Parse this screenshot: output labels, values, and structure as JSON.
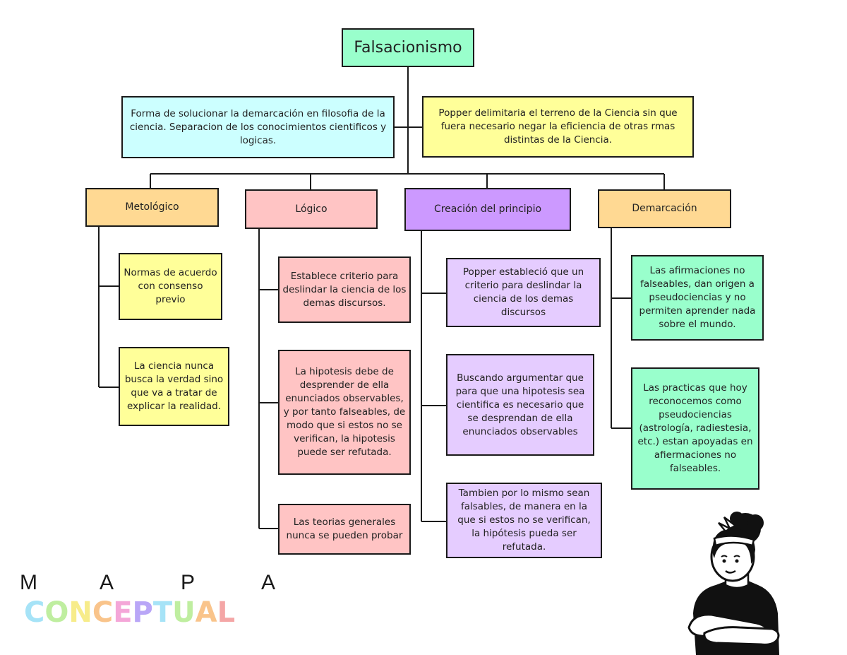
{
  "title": "Falsacionismo",
  "definition": "Forma de solucionar la demarcación en filosofia de la ciencia. Separacion de los conocimientos cientificos y logicas.",
  "popper_note": "Popper delimitaria el terreno de la Ciencia sin que fuera necesario negar la eficiencia de otras rmas distintas de la Ciencia.",
  "branches": {
    "metologico": {
      "label": "Metológico",
      "items": [
        "Normas de acuerdo con consenso previo",
        "La ciencia nunca busca la verdad sino que va a tratar de explicar la realidad."
      ]
    },
    "logico": {
      "label": "Lógico",
      "items": [
        "Establece criterio para deslindar la ciencia de los demas discursos.",
        "La hipotesis debe de desprender de ella enunciados observables, y por tanto falseables, de modo que si estos no se verifican, la hipotesis puede ser refutada.",
        "Las teorias generales nunca se pueden probar"
      ]
    },
    "creacion": {
      "label": "Creación del principio",
      "items": [
        "Popper estableció que un criterio para deslindar la ciencia de los demas discursos",
        "Buscando argumentar que para que una hipotesis sea cientifica es necesario que se desprendan de ella enunciados observables",
        "Tambien por lo mismo sean falsables, de manera en la que si estos no se verifican, la hipótesis pueda ser refutada."
      ]
    },
    "demarcacion": {
      "label": "Demarcación",
      "items": [
        "Las afirmaciones no falseables, dan origen a pseudociencias y no permiten aprender nada sobre el mundo.",
        "Las practicas que hoy reconocemos como pseudociencias (astrología, radiestesia, etc.) estan apoyadas en afiermaciones no falseables."
      ]
    }
  },
  "footer": {
    "mapa_letters": [
      "M",
      "A",
      "P",
      "A"
    ],
    "conceptual_letters": [
      "C",
      "O",
      "N",
      "C",
      "E",
      "P",
      "T",
      "U",
      "A",
      "L"
    ]
  },
  "colors": {
    "title": "#99ffcc",
    "definition": "#ccffff",
    "popper_note": "#ffff99",
    "metologico": "#ffd993",
    "logico": "#ffc4c4",
    "creacion": "#cc99ff",
    "creacion_items": "#e5ccff",
    "demarcacion": "#ffd993",
    "yellow_items": "#ffff99",
    "pink_items": "#ffc4c4",
    "green_items": "#99ffcc",
    "conceptual": [
      "#a6e3f7",
      "#bfeea0",
      "#f7ec8a",
      "#f9c48b",
      "#f4a6d8",
      "#b9a6f7",
      "#a6e3f7",
      "#bfeea0",
      "#f9c48b",
      "#f4a6a6"
    ]
  }
}
